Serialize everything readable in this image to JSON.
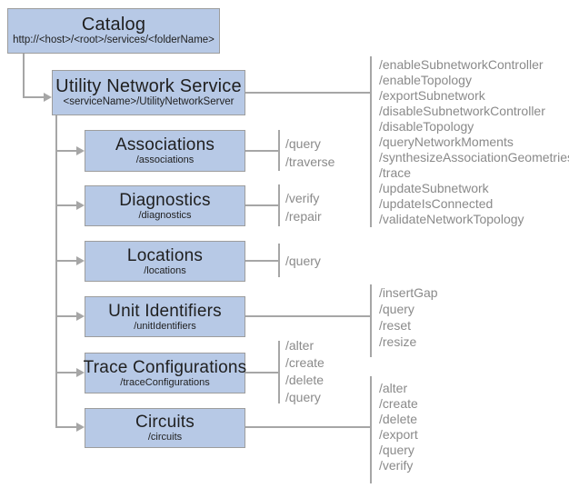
{
  "colors": {
    "node_fill": "#b7c9e6",
    "node_border": "#9d9d9d",
    "connector": "#a6a6a6",
    "title_text": "#1f1f1f",
    "ops_text": "#8a8a8a"
  },
  "catalog": {
    "title": "Catalog",
    "subtitle": "http://<host>/<root>/services/<folderName>"
  },
  "service": {
    "title": "Utility Network Service",
    "subtitle": "<serviceName>/UtilityNetworkServer",
    "ops": [
      "/enableSubnetworkController",
      "/enableTopology",
      "/exportSubnetwork",
      "/disableSubnetworkController",
      "/disableTopology",
      "/queryNetworkMoments",
      "/synthesizeAssociationGeometries",
      "/trace",
      "/updateSubnetwork",
      "/updateIsConnected",
      "/validateNetworkTopology"
    ]
  },
  "resources": [
    {
      "title": "Associations",
      "subtitle": "/associations",
      "ops": [
        "/query",
        "/traverse"
      ]
    },
    {
      "title": "Diagnostics",
      "subtitle": "/diagnostics",
      "ops": [
        "/verify",
        "/repair"
      ]
    },
    {
      "title": "Locations",
      "subtitle": "/locations",
      "ops": [
        "/query"
      ]
    },
    {
      "title": "Unit Identifiers",
      "subtitle": "/unitIdentifiers",
      "ops": [
        "/insertGap",
        "/query",
        "/reset",
        "/resize"
      ]
    },
    {
      "title": "Trace Configurations",
      "subtitle": "/traceConfigurations",
      "ops": [
        "/alter",
        "/create",
        "/delete",
        "/query"
      ]
    },
    {
      "title": "Circuits",
      "subtitle": "/circuits",
      "ops": [
        "/alter",
        "/create",
        "/delete",
        "/export",
        "/query",
        "/verify"
      ]
    }
  ]
}
